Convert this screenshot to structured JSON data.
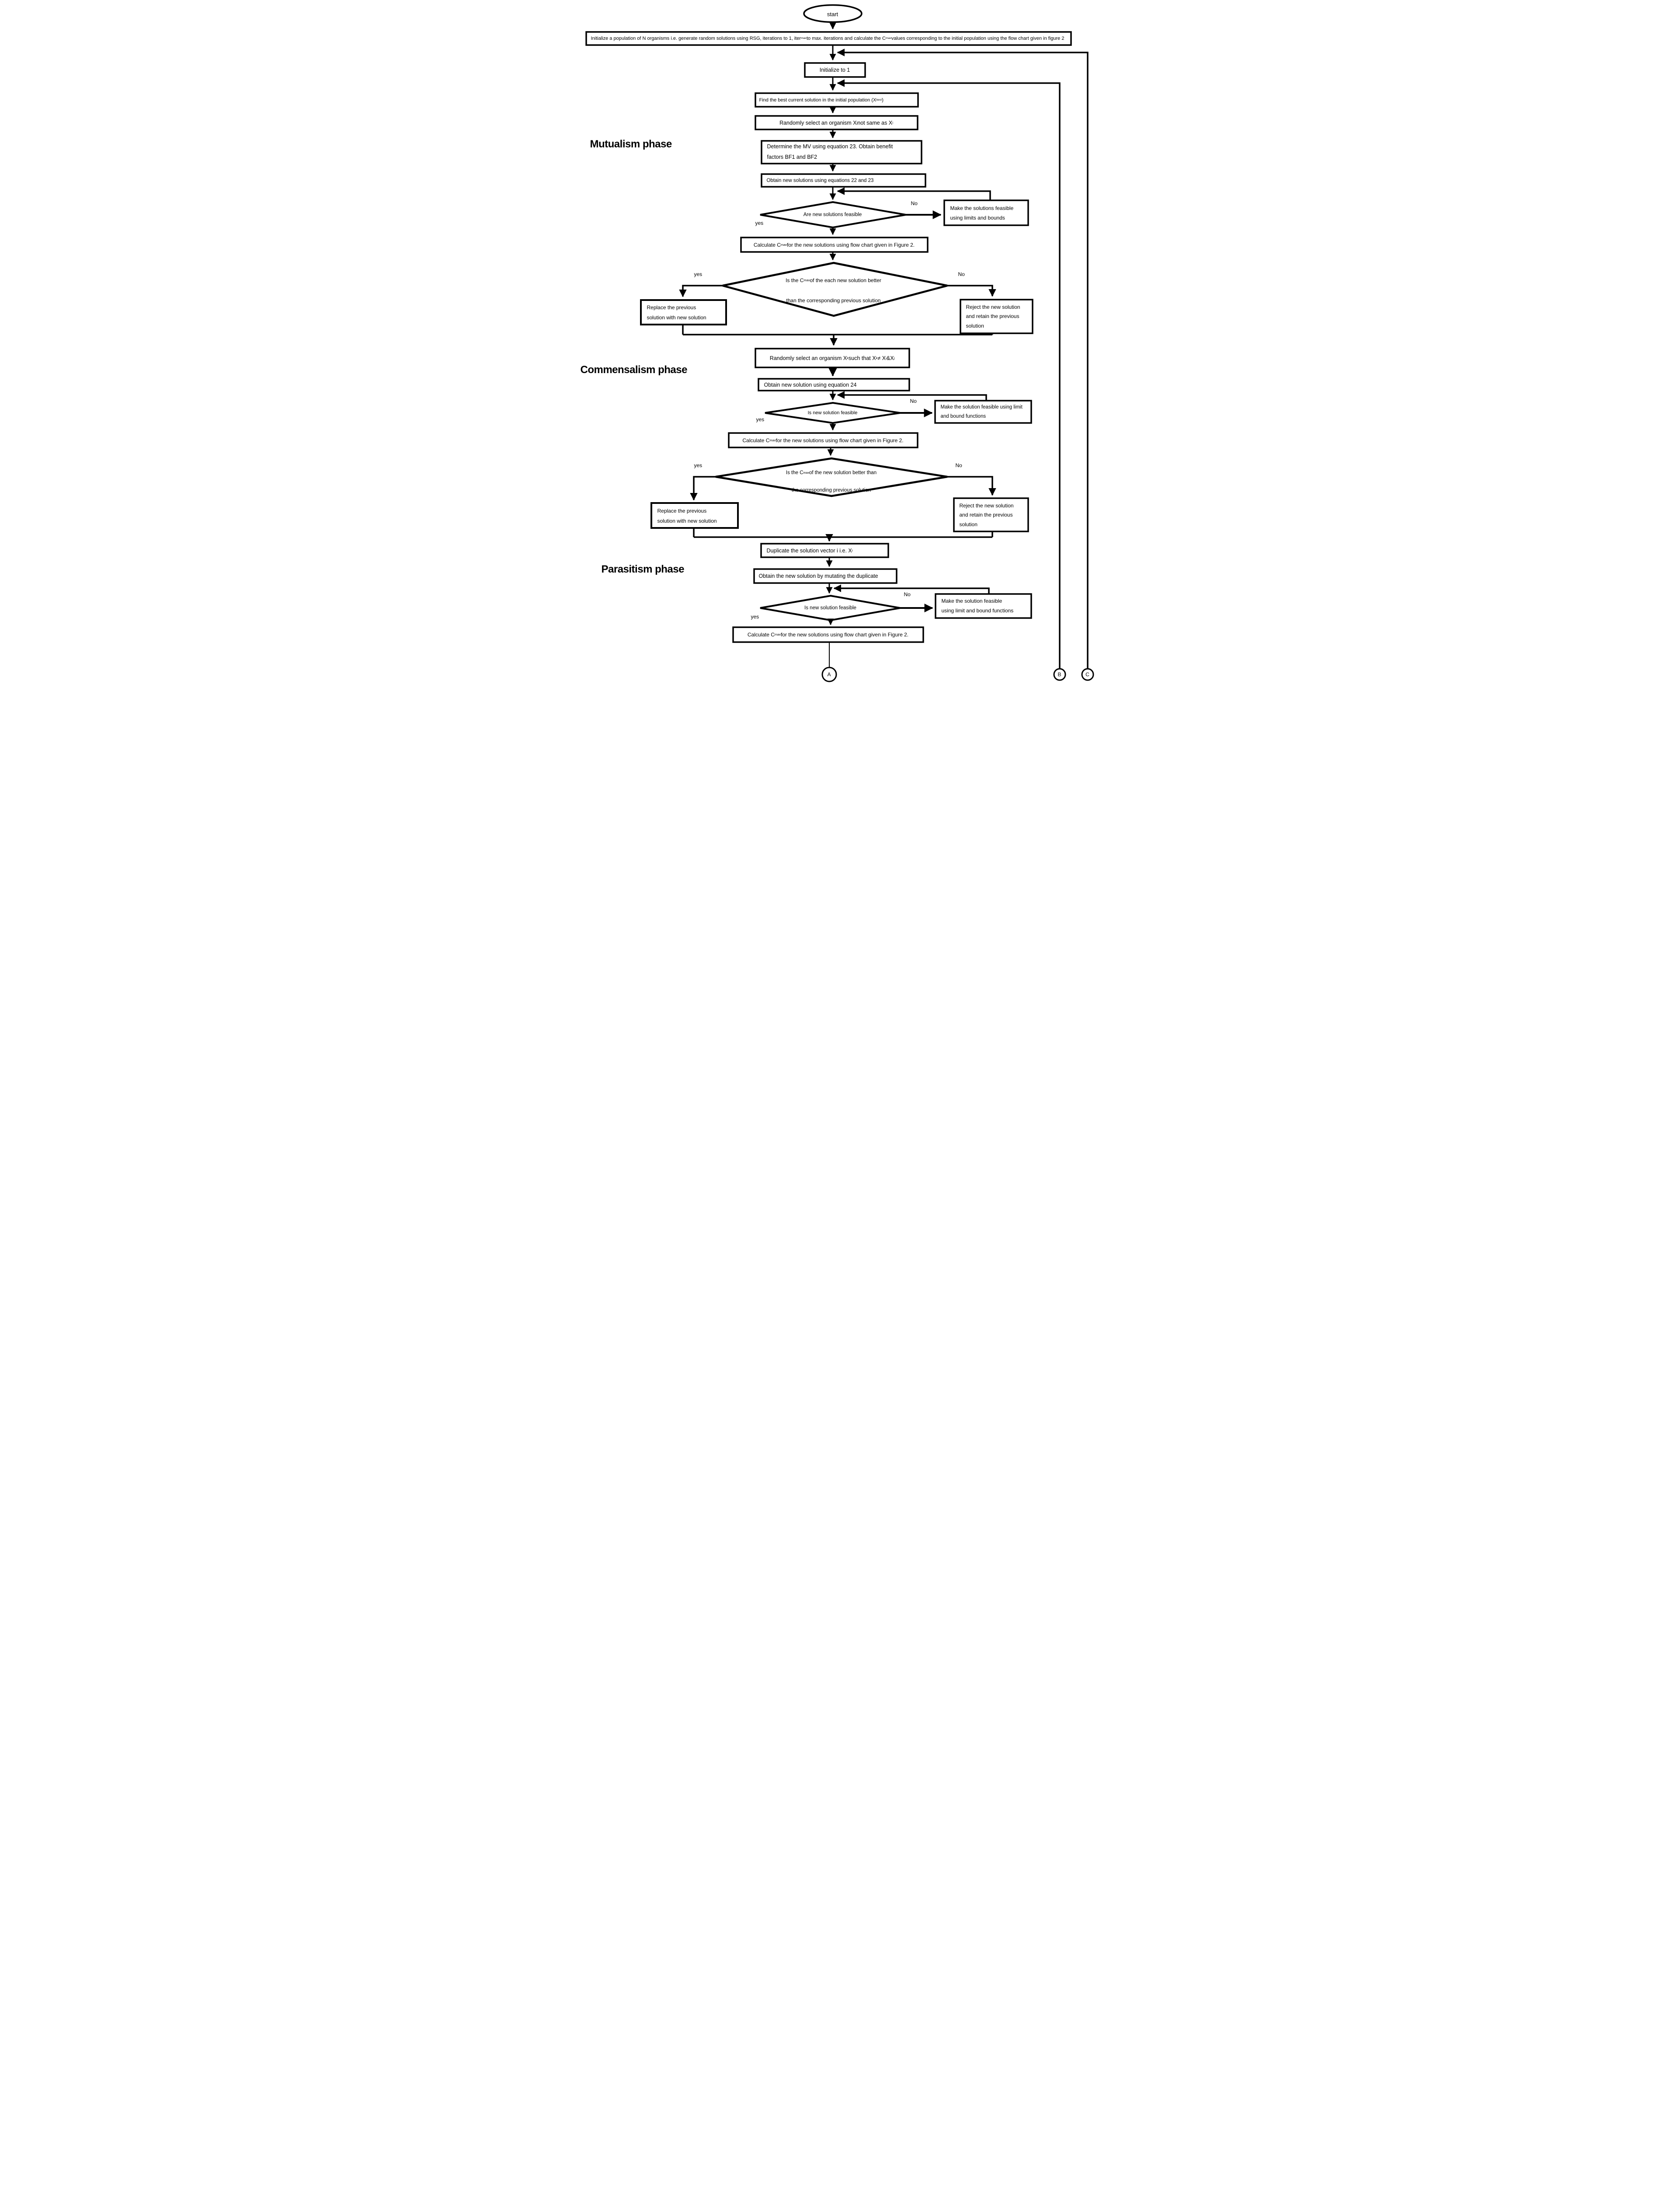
{
  "figure": {
    "start_label": "start",
    "phase_labels": {
      "mutualism": "Mutualism phase",
      "commensalism": "Commensalism phase",
      "parasitism": "Parasitism phase"
    },
    "branch_labels": {
      "yes": "yes",
      "no": "No"
    },
    "connectors": {
      "a": "A",
      "b": "B",
      "c": "C"
    },
    "nodes": {
      "initialize_population_rich": [
        {
          "t": "Initialize  a population of N organisms i.e. generate random solutions using RSG, iterations to 1, iter"
        },
        {
          "t": "max",
          "sub": true
        },
        {
          "t": " to max. iterations and calculate the C"
        },
        {
          "t": "max",
          "sub": true
        },
        {
          "t": " values corresponding to the initial population using the flow chart given in figure 2"
        }
      ],
      "initialize_iteration": "Initialize to 1",
      "find_best_rich": [
        {
          "t": "Find the best current solution in the initial population (X"
        },
        {
          "t": "best",
          "sub": true
        },
        {
          "t": ")"
        }
      ],
      "select_xj_rich": [
        {
          "t": "Randomly  select an organism X"
        },
        {
          "t": "j",
          "sub": true
        },
        {
          "t": " not same as X"
        },
        {
          "t": "i",
          "sub": true
        }
      ],
      "determine_mv": "Determine the MV using equation 23. Obtain benefit\nfactors BF1 and BF2",
      "obtain_new_solutions_22_23": "Obtain new solutions using equations 22 and 23",
      "are_new_solutions_feasible": "Are new solutions feasible",
      "make_solutions_feasible": "Make the solutions feasible\nusing limits and bounds",
      "calculate_cmax_rich": [
        {
          "t": "Calculate C"
        },
        {
          "t": "max",
          "sub": true
        },
        {
          "t": " for the new solutions using flow chart given in Figure 2."
        }
      ],
      "better_each_line1_rich": [
        {
          "t": "Is the C"
        },
        {
          "t": "max",
          "sub": true
        },
        {
          "t": " of the each new solution better"
        }
      ],
      "better_each_line2": "than the corresponding previous solution",
      "replace_previous": "Replace the previous\nsolution with new solution",
      "reject_new": "Reject the new solution\nand retain the previous\nsolution",
      "select_xk_rich": [
        {
          "t": "Randomly select an organism X"
        },
        {
          "t": "k",
          "sub": true
        },
        {
          "t": " such that X"
        },
        {
          "t": "k",
          "sub": true
        },
        {
          "t": " ≠ X"
        },
        {
          "t": "i",
          "sub": true
        },
        {
          "t": " &X"
        },
        {
          "t": "j",
          "sub": true
        }
      ],
      "obtain_new_solution_24": "Obtain new solution using equation 24",
      "is_new_solution_feasible": "Is new solution feasible",
      "make_solution_feasible_2line": "Make the solution feasible using limit\nand bound functions",
      "better_new_line1_rich": [
        {
          "t": "Is the C"
        },
        {
          "t": "max",
          "sub": true
        },
        {
          "t": " of the new solution better than"
        }
      ],
      "better_new_line2": "the corresponding previous solution",
      "duplicate_rich": [
        {
          "t": "Duplicate the solution vector i i.e.  X"
        },
        {
          "t": "i",
          "sub": true
        }
      ],
      "obtain_by_mutating": "Obtain the new solution by mutating the duplicate",
      "make_solution_feasible_alt": "Make the solution feasible\nusing limit and bound functions"
    }
  }
}
